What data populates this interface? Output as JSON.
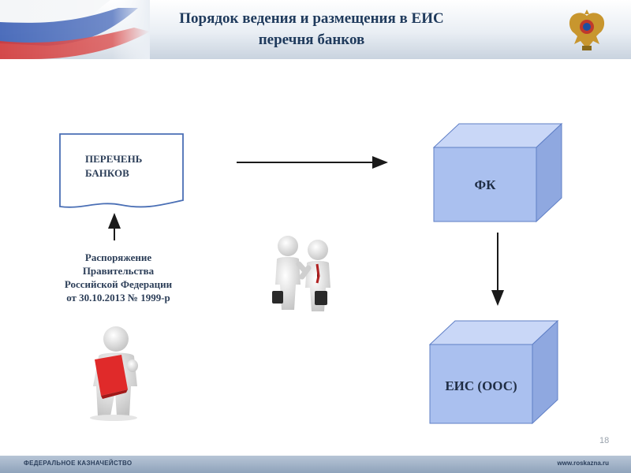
{
  "header": {
    "title_line1": "Порядок ведения и размещения в ЕИС",
    "title_line2": "перечня банков"
  },
  "document": {
    "line1": "ПЕРЕЧЕНЬ",
    "line2": "БАНКОВ"
  },
  "decree": {
    "line1": "Распоряжение",
    "line2": "Правительства",
    "line3": "Российской Федерации",
    "line4": "от 30.10.2013 № 1999-р"
  },
  "boxes": {
    "fk": "ФК",
    "eis": "ЕИС (ООС)"
  },
  "slide_number": "18",
  "footer": {
    "left": "ФЕДЕРАЛЬНОЕ КАЗНАЧЕЙСТВО",
    "right": "www.roskazna.ru"
  },
  "colors": {
    "title": "#1f3a5c",
    "box_front": "#aac0ef",
    "box_top": "#c9d7f7",
    "box_side": "#8fa8e0",
    "folder_red": "#e02a2a"
  },
  "icons": [
    "emblem-icon",
    "handshake-figures-icon",
    "figure-with-folder-icon"
  ]
}
